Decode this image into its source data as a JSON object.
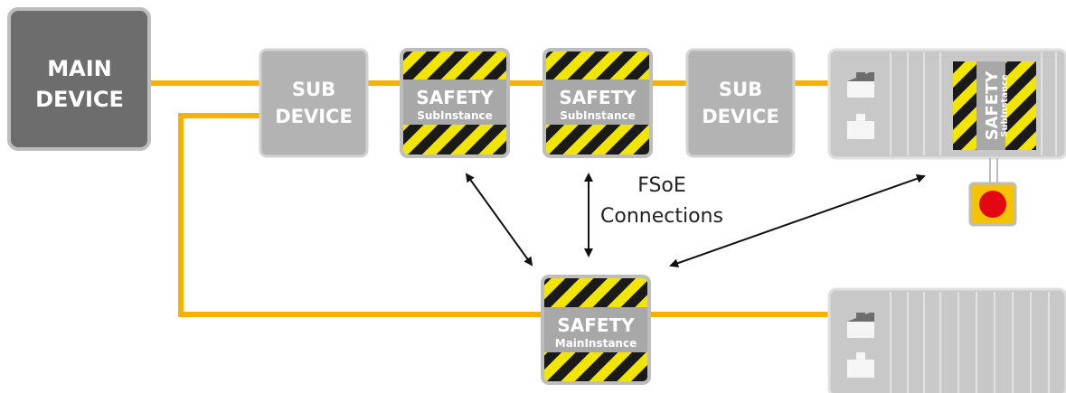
{
  "colors": {
    "bus": "#F7B200",
    "main_device": "#6D6D6D",
    "sub_device": "#B3B3B3",
    "safety_stripe": "#F2E600",
    "safety_dark": "#1A1A1A",
    "module": "#C8C8C8",
    "estop_red": "#E30613",
    "estop_yellow": "#F5C400"
  },
  "main_device": {
    "line1": "MAIN",
    "line2": "DEVICE"
  },
  "sub_device_1": {
    "line1": "SUB",
    "line2": "DEVICE"
  },
  "sub_device_2": {
    "line1": "SUB",
    "line2": "DEVICE"
  },
  "safety_sub_1": {
    "title": "SAFETY",
    "subtitle": "SubInstance"
  },
  "safety_sub_2": {
    "title": "SAFETY",
    "subtitle": "SubInstance"
  },
  "io_module_safety": {
    "title": "SAFETY",
    "subtitle": "SubInstance"
  },
  "safety_main": {
    "title": "SAFETY",
    "subtitle": "MainInstance"
  },
  "connections_label": {
    "line1": "FSoE",
    "line2": "Connections"
  },
  "icons": [
    "emergency-stop-icon",
    "plug-icon",
    "socket-icon"
  ]
}
